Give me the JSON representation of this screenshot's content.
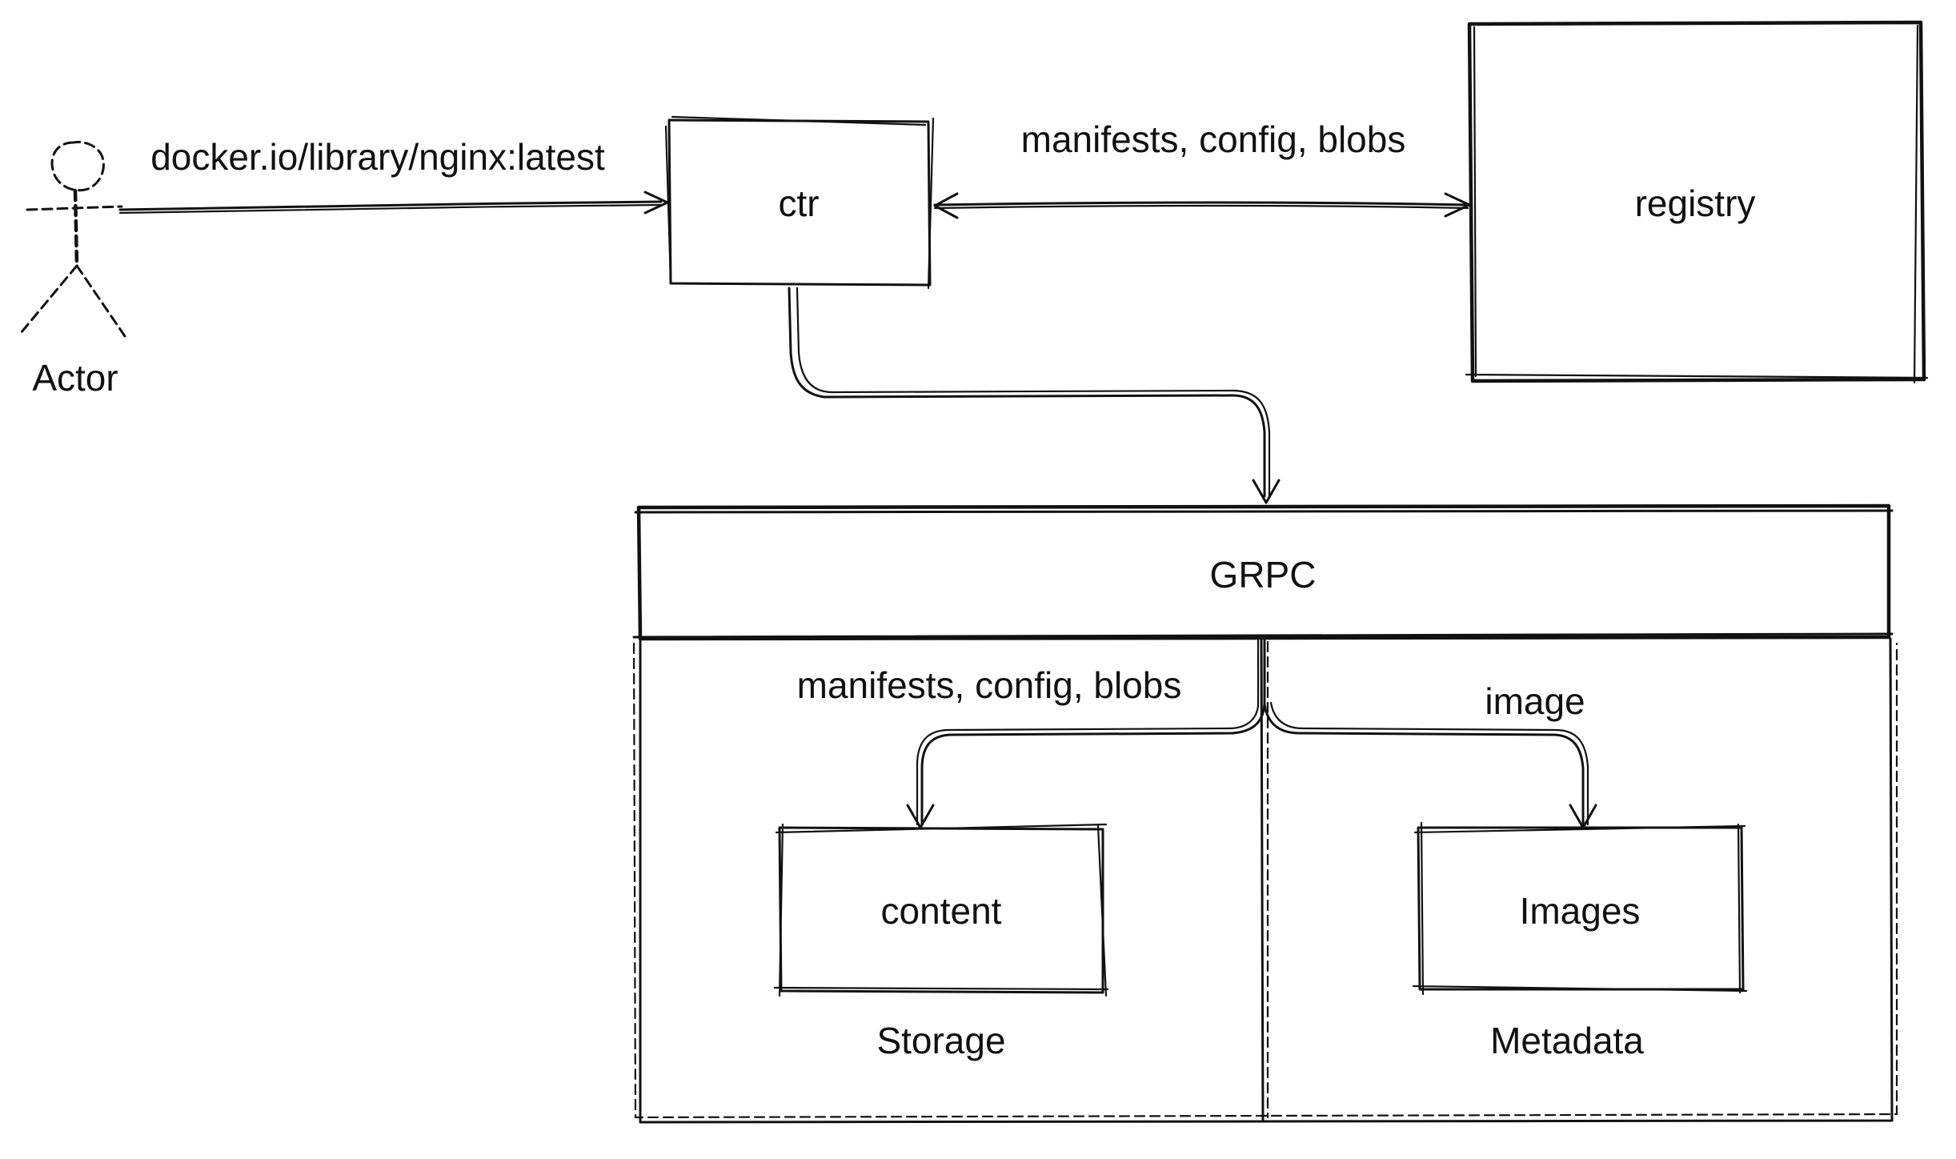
{
  "diagram": {
    "actor": {
      "label": "Actor"
    },
    "edges": {
      "actor_to_ctr": "docker.io/library/nginx:latest",
      "ctr_registry": "manifests, config, blobs",
      "grpc_to_content": "manifests, config, blobs",
      "grpc_to_images": "image"
    },
    "nodes": {
      "ctr": "ctr",
      "registry": "registry",
      "grpc": "GRPC",
      "content": "content",
      "images": "Images"
    },
    "groups": {
      "storage": "Storage",
      "metadata": "Metadata"
    }
  }
}
